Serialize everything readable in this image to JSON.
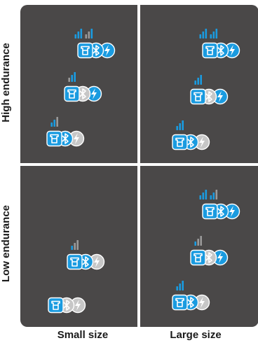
{
  "rows": [
    {
      "label": "High endurance"
    },
    {
      "label": "Low endurance"
    }
  ],
  "columns": [
    {
      "label": "Small size"
    },
    {
      "label": "Large size"
    }
  ],
  "colors": {
    "panel": "#4a4848",
    "active": "#1a9be0",
    "inactive": "#c7c7c7",
    "bars_active": "#1a9be0",
    "bars_inactive": "#9a9a9a"
  },
  "icons": [
    "memory-chip-icon",
    "bluetooth-icon",
    "power-icon",
    "signal-bars-icon"
  ],
  "devices": [
    {
      "row": 0,
      "col": 0,
      "chip": true,
      "bluetooth": true,
      "power": true,
      "bars": [
        true,
        true,
        true,
        false,
        false,
        true
      ]
    },
    {
      "row": 0,
      "col": 0,
      "chip": true,
      "bluetooth": false,
      "power": true,
      "bars": [
        false,
        true,
        true
      ]
    },
    {
      "row": 0,
      "col": 0,
      "chip": true,
      "bluetooth": true,
      "power": false,
      "bars": [
        true,
        true,
        false
      ]
    },
    {
      "row": 0,
      "col": 1,
      "chip": true,
      "bluetooth": true,
      "power": true,
      "bars": [
        true,
        true,
        true,
        true,
        true,
        true
      ]
    },
    {
      "row": 0,
      "col": 1,
      "chip": true,
      "bluetooth": false,
      "power": true,
      "bars": [
        true,
        true,
        true
      ]
    },
    {
      "row": 0,
      "col": 1,
      "chip": true,
      "bluetooth": true,
      "power": false,
      "bars": [
        true,
        true,
        true
      ]
    },
    {
      "row": 1,
      "col": 0,
      "chip": true,
      "bluetooth": true,
      "power": false,
      "bars": [
        true,
        false,
        false
      ]
    },
    {
      "row": 1,
      "col": 0,
      "chip": true,
      "bluetooth": false,
      "power": false,
      "bars": []
    },
    {
      "row": 1,
      "col": 1,
      "chip": true,
      "bluetooth": true,
      "power": true,
      "bars": [
        true,
        true,
        true,
        true,
        true,
        false
      ]
    },
    {
      "row": 1,
      "col": 1,
      "chip": true,
      "bluetooth": false,
      "power": true,
      "bars": [
        true,
        false,
        false
      ]
    },
    {
      "row": 1,
      "col": 1,
      "chip": true,
      "bluetooth": true,
      "power": false,
      "bars": [
        true,
        true,
        true
      ]
    }
  ]
}
